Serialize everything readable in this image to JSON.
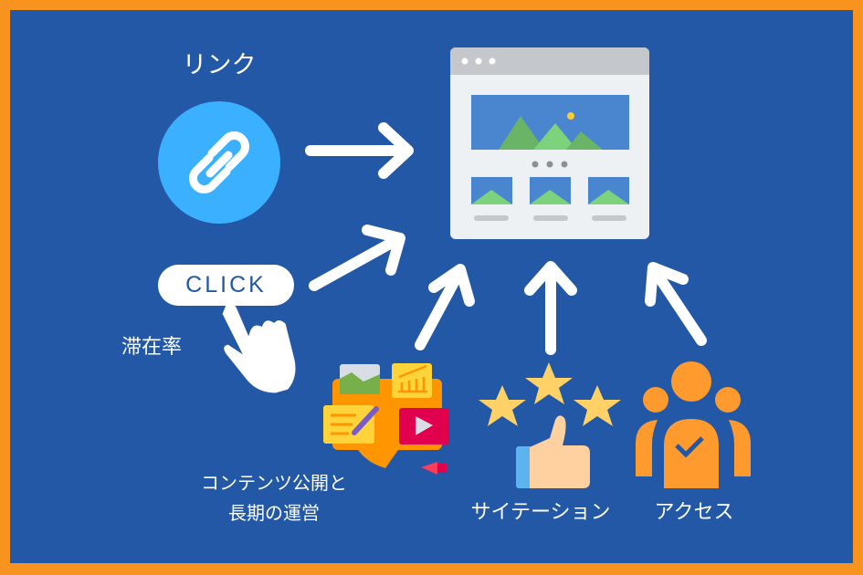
{
  "labels": {
    "link": "リンク",
    "click": "CLICK",
    "dwell_rate": "滞在率",
    "content_line1": "コンテンツ公開と",
    "content_line2": "長期の運営",
    "citation": "サイテーション",
    "access": "アクセス"
  },
  "colors": {
    "background": "#2258A5",
    "border": "#F7931E",
    "link_circle": "#3AB0FF",
    "arrow": "#FFFFFF"
  }
}
